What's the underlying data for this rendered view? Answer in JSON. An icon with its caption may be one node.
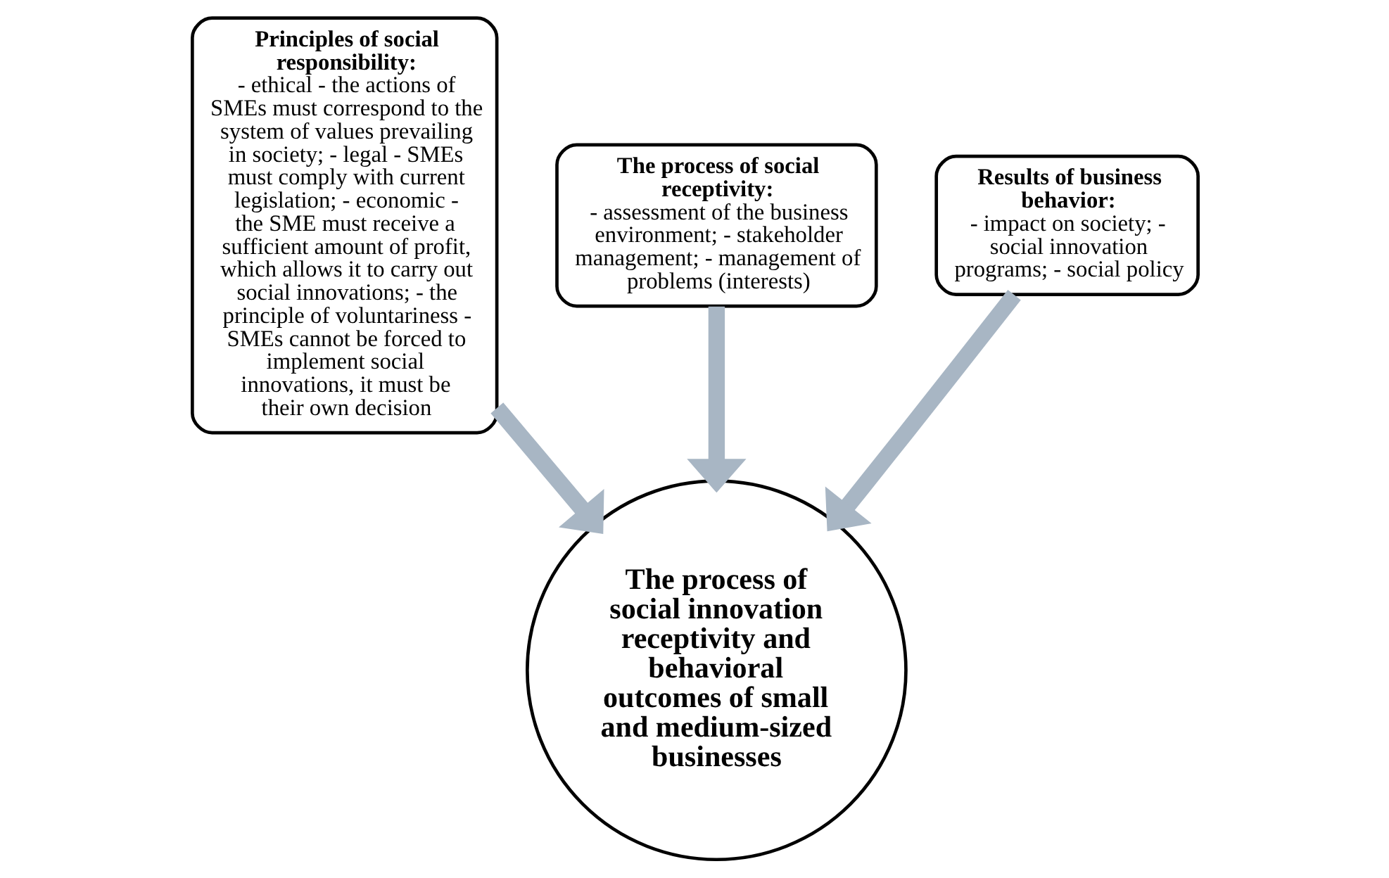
{
  "diagram": {
    "nodes": [
      {
        "text": [
          "Principles of social responsibility:",
          "- ethical - the actions of SMEs must correspond to the system of values prevailing in society; - legal - SMEs must comply with current legislation; - economic - the SME must receive a sufficient amount of profit, which allows it to carry out social innovations; - the principle of voluntariness - SMEs cannot be forced to implement social innovations, it must be their own decision"
        ]
      },
      {
        "text": [
          "The process of social receptivity:",
          "- assessment of the business environment; - stakeholder management; - management of problems (interests)"
        ]
      },
      {
        "text": [
          "Results of business behavior:",
          "- impact on society; - social innovation programs; - social policy"
        ]
      },
      {
        "text": [
          "The process of social innovation receptivity and behavioral outcomes of small and medium-sized businesses"
        ]
      }
    ],
    "edges": [
      {
        "from": 0,
        "to": 3,
        "arrow": "to"
      },
      {
        "from": 1,
        "to": 3,
        "arrow": "to"
      },
      {
        "from": 2,
        "to": 3,
        "arrow": "to"
      }
    ]
  }
}
